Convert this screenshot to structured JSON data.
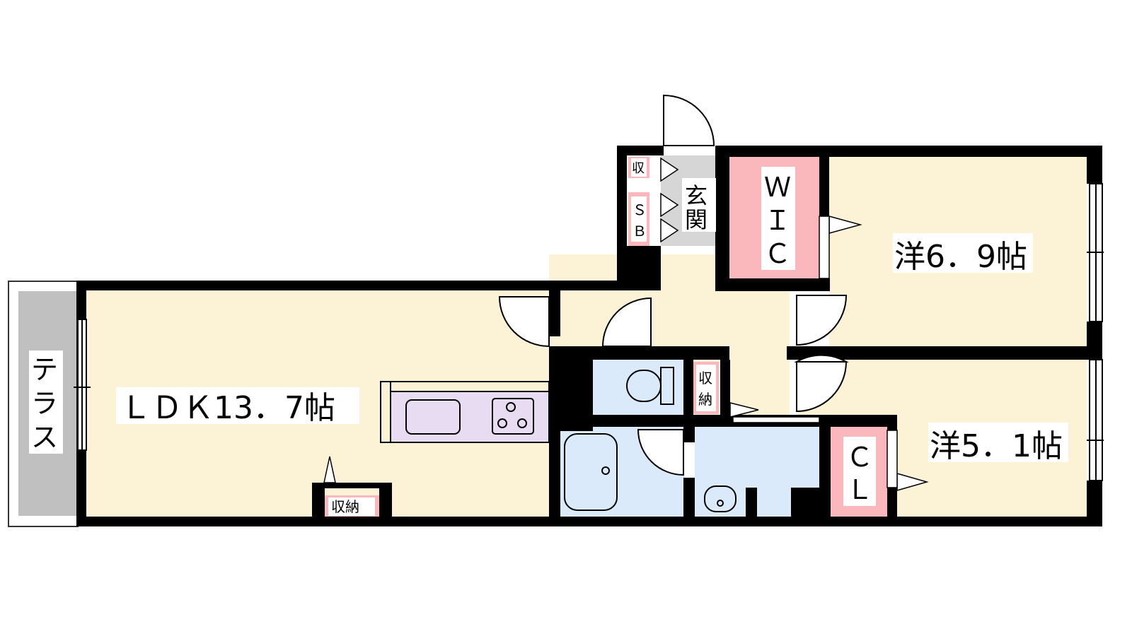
{
  "rooms": {
    "terrace": "テラス",
    "ldk": "ＬＤＫ13．7帖",
    "western_a": "洋6．9帖",
    "western_b": "洋5．1帖",
    "wic_lines": [
      "Ｗ",
      "Ｉ",
      "Ｃ"
    ],
    "cl_lines": [
      "Ｃ",
      "Ｌ"
    ],
    "entrance_lines": [
      "玄",
      "関"
    ],
    "sb_lines": [
      "Ｓ",
      "Ｂ"
    ],
    "storage_small": "収",
    "storage_ldk": "収納",
    "storage_toilet_lines": [
      "収",
      "納"
    ]
  },
  "colors": {
    "floor": "#fcf3d6",
    "wall": "#000000",
    "terrace": "#c0c0c0",
    "entrance": "#d6d6d6",
    "storage": "#fab8bc",
    "wet_area": "#daeafa",
    "kitchen": "#e8dcf3"
  }
}
